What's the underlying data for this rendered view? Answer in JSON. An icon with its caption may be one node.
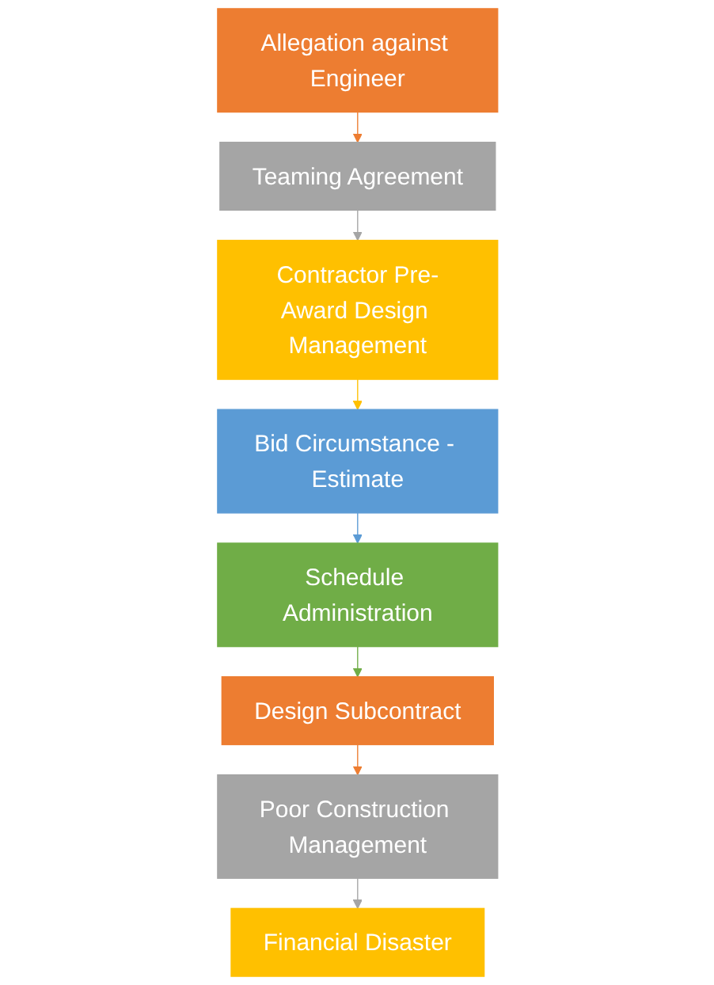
{
  "diagram": {
    "nodes": [
      {
        "text": [
          "Allegation against Engineer"
        ]
      },
      {
        "text": [
          "Teaming Agreement"
        ]
      },
      {
        "text": [
          "Contractor Pre-Award Design Management"
        ]
      },
      {
        "text": [
          "Bid Circumstance - Estimate"
        ]
      },
      {
        "text": [
          "Schedule Administration"
        ]
      },
      {
        "text": [
          "Design Subcontract"
        ]
      },
      {
        "text": [
          "Poor Construction Management"
        ]
      },
      {
        "text": [
          "Financial Disaster"
        ]
      }
    ],
    "edges": [
      {
        "from": 0,
        "to": 1,
        "arrow": "to",
        "color": "#ed7d31"
      },
      {
        "from": 1,
        "to": 2,
        "arrow": "to",
        "color": "#a5a5a5"
      },
      {
        "from": 2,
        "to": 3,
        "arrow": "to",
        "color": "#ffc000"
      },
      {
        "from": 3,
        "to": 4,
        "arrow": "to",
        "color": "#5b9bd5"
      },
      {
        "from": 4,
        "to": 5,
        "arrow": "to",
        "color": "#70ad47"
      },
      {
        "from": 5,
        "to": 6,
        "arrow": "to",
        "color": "#ed7d31"
      },
      {
        "from": 6,
        "to": 7,
        "arrow": "to",
        "color": "#a5a5a5"
      }
    ]
  }
}
